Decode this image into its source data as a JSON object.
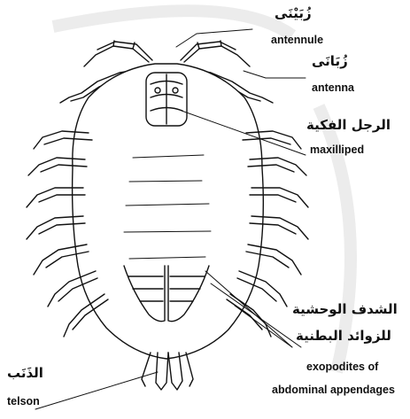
{
  "labels": {
    "antennule": {
      "arabic": "زُبَيْنَى",
      "english": "antennule"
    },
    "antenna": {
      "arabic": "زُبَانَى",
      "english": "antenna"
    },
    "maxilliped": {
      "arabic": "الرجل الفكية",
      "english": "maxilliped"
    },
    "exopodites": {
      "arabic_line1": "الشدف الوحشية",
      "arabic_line2": "للزوائد البطنية",
      "english_line1": "exopodites of",
      "english_line2": "abdominal appendages"
    },
    "telson": {
      "arabic": "الذَنَب",
      "english": "telson"
    }
  },
  "colors": {
    "ink": "#111111",
    "paper": "#ffffff",
    "watermark": "#e9e9e9"
  }
}
